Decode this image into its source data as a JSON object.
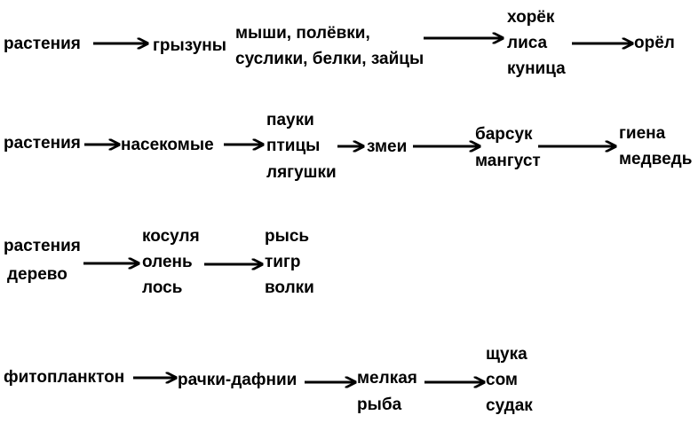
{
  "chains": [
    {
      "nodes": [
        [
          "растения"
        ],
        [
          "грызуны"
        ],
        [
          "мыши, полёвки,",
          "суслики, белки, зайцы"
        ],
        [
          "хорёк",
          "лиса",
          "куница"
        ],
        [
          "орёл"
        ]
      ]
    },
    {
      "nodes": [
        [
          "растения"
        ],
        [
          "насекомые"
        ],
        [
          "пауки",
          "птицы",
          "лягушки"
        ],
        [
          "змеи"
        ],
        [
          "барсук",
          "мангуст"
        ],
        [
          "гиена",
          "медведь"
        ]
      ]
    },
    {
      "nodes": [
        [
          "растения",
          "дерево"
        ],
        [
          "косуля",
          "олень",
          "лось"
        ],
        [
          "рысь",
          "тигр",
          "волки"
        ]
      ]
    },
    {
      "nodes": [
        [
          "фитопланктон"
        ],
        [
          "рачки-дафнии"
        ],
        [
          "мелкая",
          "рыба"
        ],
        [
          "щука",
          "сом",
          "судак"
        ]
      ]
    }
  ]
}
